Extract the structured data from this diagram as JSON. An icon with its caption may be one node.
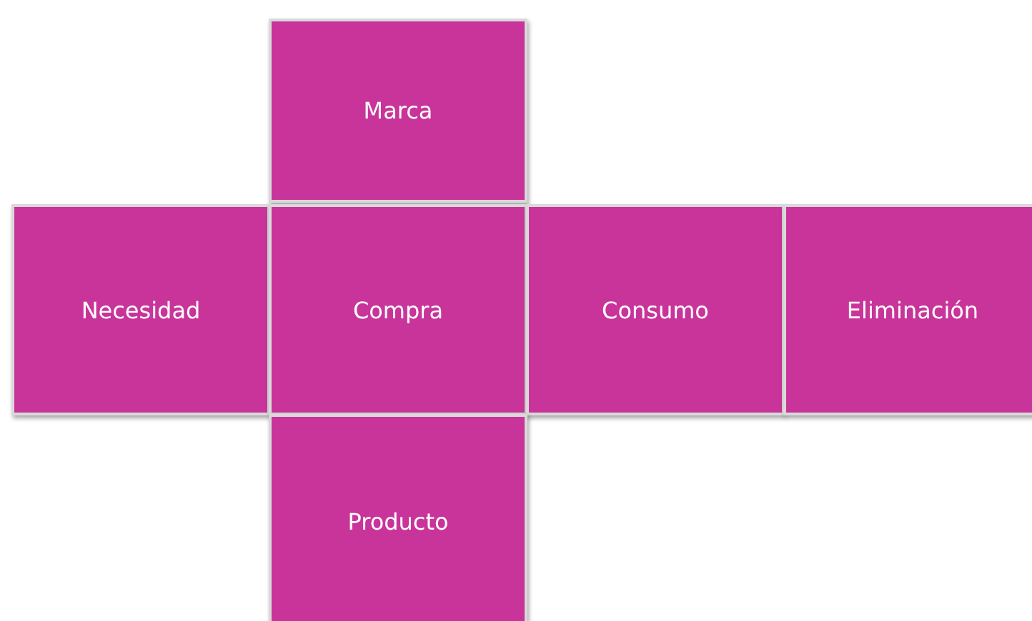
{
  "diagram": {
    "nodes": [
      {
        "text": [
          "Marca"
        ]
      },
      {
        "text": [
          "Necesidad"
        ]
      },
      {
        "text": [
          "Compra"
        ]
      },
      {
        "text": [
          "Consumo"
        ]
      },
      {
        "text": [
          "Eliminación"
        ]
      },
      {
        "text": [
          "Producto"
        ]
      }
    ]
  }
}
